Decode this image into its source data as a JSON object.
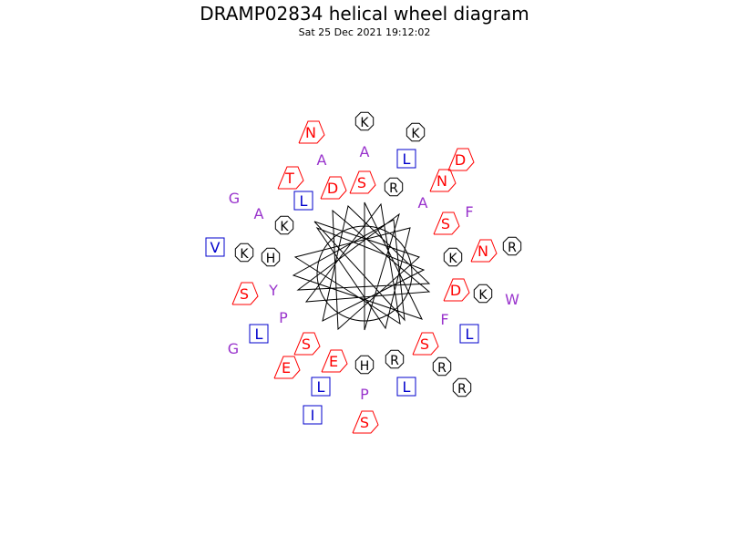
{
  "header": {
    "title": "DRAMP02834 helical wheel diagram",
    "timestamp": "Sat 25 Dec 2021 19:12:02"
  },
  "colors": {
    "hydrophobic": "#0000cc",
    "polar_acid": "#ff0000",
    "basic": "#000000",
    "small": "#9933cc"
  },
  "residues": [
    {
      "letter": "K",
      "style": "basic"
    },
    {
      "letter": "A",
      "style": "small"
    },
    {
      "letter": "N",
      "style": "polar_acid"
    },
    {
      "letter": "K",
      "style": "basic"
    },
    {
      "letter": "L",
      "style": "hydrophobic"
    },
    {
      "letter": "D",
      "style": "polar_acid"
    },
    {
      "letter": "A",
      "style": "small"
    },
    {
      "letter": "T",
      "style": "polar_acid"
    },
    {
      "letter": "S",
      "style": "polar_acid"
    },
    {
      "letter": "R",
      "style": "basic"
    },
    {
      "letter": "N",
      "style": "polar_acid"
    },
    {
      "letter": "D",
      "style": "polar_acid"
    },
    {
      "letter": "L",
      "style": "hydrophobic"
    },
    {
      "letter": "A",
      "style": "small"
    },
    {
      "letter": "G",
      "style": "small"
    },
    {
      "letter": "A",
      "style": "small"
    },
    {
      "letter": "K",
      "style": "basic"
    },
    {
      "letter": "S",
      "style": "polar_acid"
    },
    {
      "letter": "F",
      "style": "small"
    },
    {
      "letter": "N",
      "style": "polar_acid"
    },
    {
      "letter": "R",
      "style": "basic"
    },
    {
      "letter": "V",
      "style": "hydrophobic"
    },
    {
      "letter": "K",
      "style": "basic"
    },
    {
      "letter": "H",
      "style": "basic"
    },
    {
      "letter": "K",
      "style": "basic"
    },
    {
      "letter": "Y",
      "style": "small"
    },
    {
      "letter": "S",
      "style": "polar_acid"
    },
    {
      "letter": "D",
      "style": "polar_acid"
    },
    {
      "letter": "K",
      "style": "basic"
    },
    {
      "letter": "W",
      "style": "small"
    },
    {
      "letter": "P",
      "style": "small"
    },
    {
      "letter": "F",
      "style": "small"
    },
    {
      "letter": "L",
      "style": "hydrophobic"
    },
    {
      "letter": "L",
      "style": "hydrophobic"
    },
    {
      "letter": "G",
      "style": "small"
    },
    {
      "letter": "S",
      "style": "polar_acid"
    },
    {
      "letter": "S",
      "style": "polar_acid"
    },
    {
      "letter": "E",
      "style": "polar_acid"
    },
    {
      "letter": "E",
      "style": "polar_acid"
    },
    {
      "letter": "H",
      "style": "basic"
    },
    {
      "letter": "R",
      "style": "basic"
    },
    {
      "letter": "R",
      "style": "basic"
    },
    {
      "letter": "L",
      "style": "hydrophobic"
    },
    {
      "letter": "L",
      "style": "hydrophobic"
    },
    {
      "letter": "R",
      "style": "basic"
    },
    {
      "letter": "P",
      "style": "small"
    },
    {
      "letter": "I",
      "style": "hydrophobic"
    },
    {
      "letter": "S",
      "style": "polar_acid"
    }
  ]
}
